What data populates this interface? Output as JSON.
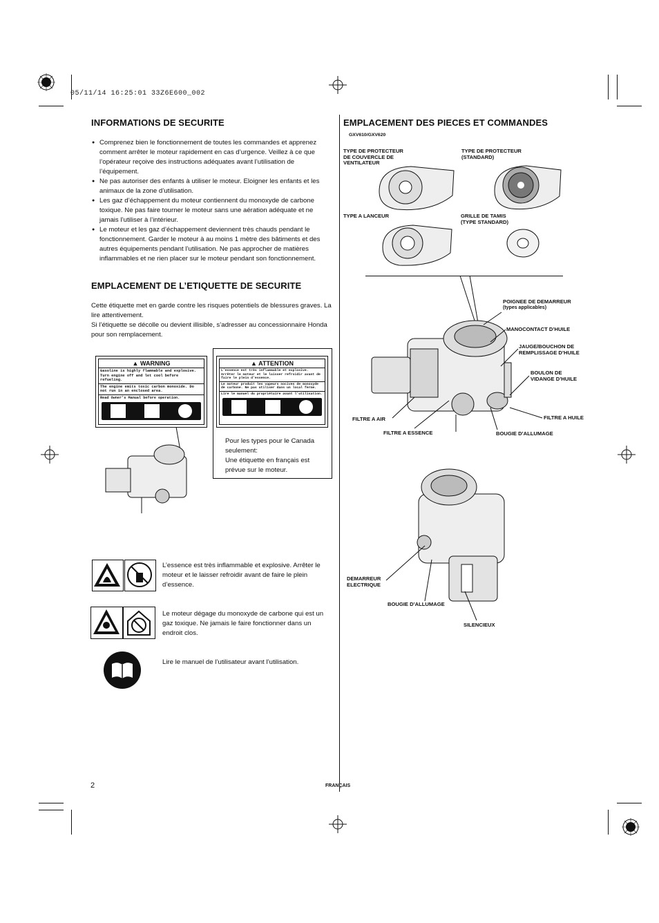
{
  "print_stamp": "05/11/14 16:25:01 33Z6E600_002",
  "page_number": "2",
  "footer_language": "FRANÇAIS",
  "safety": {
    "title": "INFORMATIONS DE SECURITE",
    "bullets": [
      "Comprenez bien le fonctionnement de toutes les commandes et apprenez comment arrêter le moteur rapidement en cas d’urgence. Veillez à ce que l’opérateur reçoive des instructions adéquates avant l’utilisation de l’équipement.",
      "Ne pas autoriser des enfants à utiliser le moteur. Eloigner les enfants et les animaux de la zone d’utilisation.",
      "Les gaz d’échappement du moteur contiennent du monoxyde de carbone toxique. Ne pas faire tourner le moteur sans une aération adéquate et ne jamais l’utiliser à l’intérieur.",
      "Le moteur et les gaz d’échappement deviennent très chauds pendant le fonctionnement. Garder le moteur à au moins 1 mètre des bâtiments et des autres équipements pendant l’utilisation. Ne pas approcher de matières inflammables et ne rien placer sur le moteur pendant son fonctionnement."
    ]
  },
  "label_location": {
    "title": "EMPLACEMENT DE L’ETIQUETTE DE SECURITE",
    "intro_1": "Cette étiquette met en garde contre les risques potentiels de blessures graves. La lire attentivement.",
    "intro_2": "Si l’étiquette se décolle ou devient illisible, s’adresser au concessionnaire Honda pour son remplacement.",
    "warning_decal": {
      "header": "WARNING",
      "line1": "Gasoline is highly flammable and explosive. Turn engine off and let cool before refueling.",
      "line2": "The engine emits toxic carbon monoxide. Do not run in an enclosed area.",
      "line3": "Read Owner’s Manual before operation."
    },
    "attention_decal": {
      "header": "ATTENTION",
      "line1": "L’essence est très inflammable et explosive. Arrêter le moteur et le laisser refroidir avant de faire le plein d’essence.",
      "line2": "Le moteur produit les vapeurs nocives de monoxyde de carbone. Ne pas utiliser dans un local ferme.",
      "line3": "Lire le manuel du propriétaire avant l’utilisation."
    },
    "canada_note": "Pour les types pour le Canada seulement:\nUne étiquette en français est prévue sur le moteur.",
    "icon_notes": [
      "L’essence est très inflammable et explosive. Arrêter le moteur et le laisser refroidir avant de faire le plein d’essence.",
      "Le moteur dégage du monoxyde de carbone qui est un gaz toxique. Ne jamais le faire fonctionner dans un endroit clos.",
      "Lire le manuel de l’utilisateur avant l’utilisation."
    ]
  },
  "parts": {
    "title": "EMPLACEMENT DES PIECES ET COMMANDES",
    "model": "GXV610/GXV620",
    "labels": {
      "fan_cover": "TYPE DE PROTECTEUR\nDE COUVERCLE DE\nVENTILATEUR",
      "std_guard": "TYPE DE PROTECTEUR\n(STANDARD)",
      "launcher": "TYPE A LANCEUR",
      "screen_grid": "GRILLE DE TAMIS\n(TYPE STANDARD)",
      "starter_grip": "POIGNEE DE DEMARREUR",
      "starter_grip_note": "(types applicables)",
      "oil_switch": "MANOCONTACT D’HUILE",
      "dipstick": "JAUGE/BOUCHON DE\nREMPLISSAGE D’HUILE",
      "drain_bolt": "BOULON DE\nVIDANGE D’HUILE",
      "air_filter": "FILTRE A AIR",
      "oil_filter": "FILTRE A HUILE",
      "fuel_filter": "FILTRE A ESSENCE",
      "spark_plug_1": "BOUGIE D’ALLUMAGE",
      "electric_starter": "DEMARREUR\nELECTRIQUE",
      "spark_plug_2": "BOUGIE D’ALLUMAGE",
      "muffler": "SILENCIEUX"
    }
  }
}
